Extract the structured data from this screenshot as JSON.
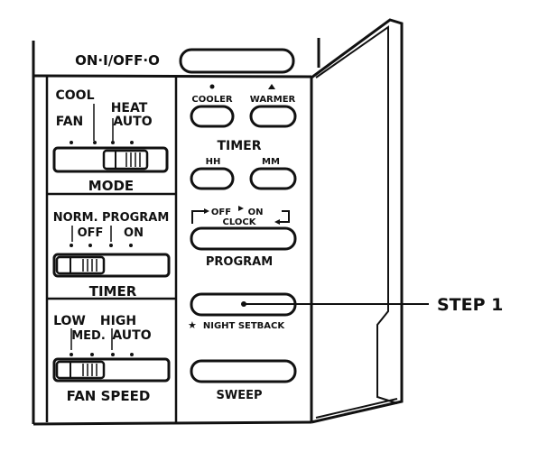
{
  "top": {
    "power_label": "ON·I/OFF·O"
  },
  "mode": {
    "positions": [
      "FAN",
      "COOL",
      "HEAT",
      "AUTO"
    ],
    "title": "MODE",
    "selected": "HEAT"
  },
  "temp": {
    "cooler_label": "COOLER",
    "warmer_label": "WARMER"
  },
  "timer_set": {
    "title": "TIMER",
    "hh_label": "HH",
    "mm_label": "MM"
  },
  "clock": {
    "off_label": "OFF",
    "on_label": "ON",
    "clock_label": "CLOCK"
  },
  "program": {
    "label": "PROGRAM"
  },
  "night": {
    "label": "NIGHT SETBACK"
  },
  "sweep": {
    "label": "SWEEP"
  },
  "timer": {
    "positions": [
      "NORM.",
      "OFF",
      "PROGRAM",
      "ON"
    ],
    "norm_program_label": "NORM. PROGRAM",
    "title": "TIMER",
    "selected": "NORM."
  },
  "fan_speed": {
    "positions": [
      "LOW",
      "MED.",
      "HIGH",
      "AUTO"
    ],
    "title": "FAN SPEED",
    "selected": "LOW"
  },
  "callout": {
    "label": "STEP 1"
  }
}
